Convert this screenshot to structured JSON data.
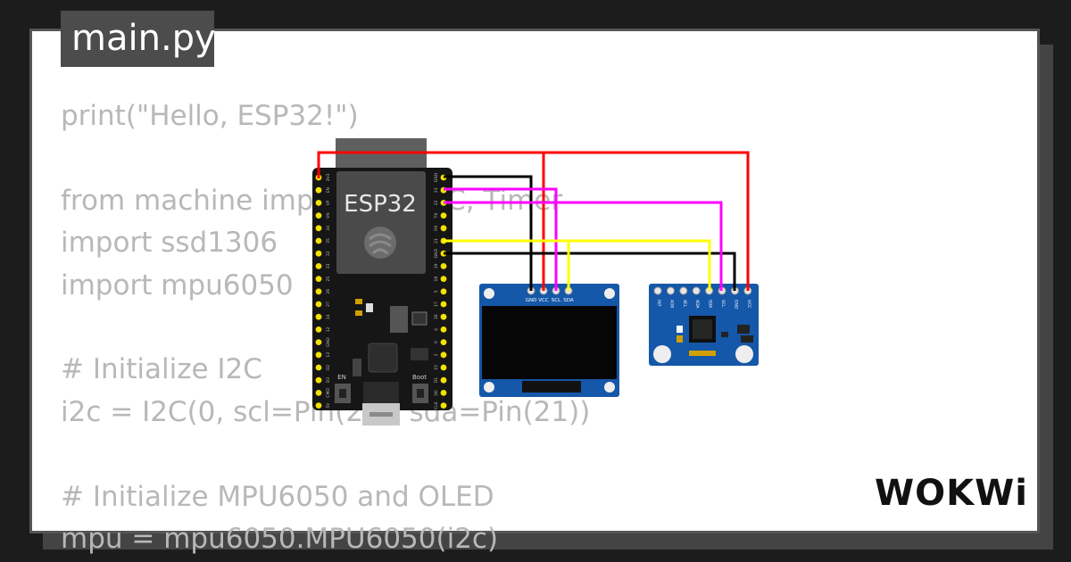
{
  "editor": {
    "file_tab": "main.py",
    "code_lines": [
      "print(\"Hello, ESP32!\")",
      "",
      "from machine import Pin, I2C, Timer",
      "import ssd1306",
      "import mpu6050",
      "",
      "# Initialize I2C",
      "i2c = I2C(0, scl=Pin(22), sda=Pin(21))",
      "",
      "# Initialize MPU6050 and OLED",
      "mpu = mpu6050.MPU6050(i2c)"
    ]
  },
  "esp32": {
    "label": "ESP32",
    "left_pins": [
      "3V3",
      "EN",
      "VP",
      "VN",
      "34",
      "35",
      "32",
      "33",
      "25",
      "26",
      "27",
      "14",
      "12",
      "GND",
      "13",
      "D2",
      "D3",
      "CMD",
      "5V"
    ],
    "right_pins": [
      "GND",
      "23",
      "22",
      "TX",
      "RX",
      "21",
      "GND",
      "19",
      "18",
      "5",
      "17",
      "16",
      "4",
      "0",
      "2",
      "15",
      "D1",
      "D0",
      "CLK"
    ],
    "button_en": "EN",
    "button_boot": "Boot"
  },
  "oled": {
    "pins": [
      "GND",
      "VCC",
      "SCL",
      "SDA"
    ]
  },
  "mpu": {
    "pins": [
      "INT",
      "AD0",
      "XCL",
      "XDA",
      "SDA",
      "SCL",
      "GND",
      "VCC"
    ]
  },
  "wire_colors": {
    "power": "#ff0000",
    "ground": "#000000",
    "scl": "#ff00ff",
    "sda": "#ffff00"
  },
  "brand": {
    "logo": "WOKWi"
  }
}
